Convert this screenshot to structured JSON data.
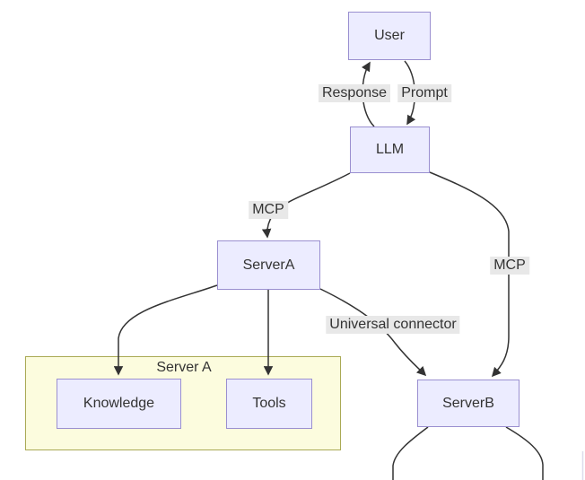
{
  "diagram_type": "flowchart",
  "colors": {
    "canvas_bg": "#ffffff",
    "node_fill": "#ECECFF",
    "node_border": "#9a8fd0",
    "cluster_fill": "#fcfcde",
    "cluster_border": "#aaaa55",
    "label_bg": "#e8e8e8",
    "edge_color": "#333333",
    "text_color": "#333333"
  },
  "nodes": {
    "user": "User",
    "llm": "LLM",
    "serverA": "ServerA",
    "serverB": "ServerB",
    "knowledge": "Knowledge",
    "tools": "Tools"
  },
  "cluster": {
    "label": "Server A"
  },
  "edge_labels": {
    "response": "Response",
    "prompt": "Prompt",
    "mcp_left": "MCP",
    "mcp_right": "MCP",
    "universal": "Universal connector"
  },
  "connections": [
    {
      "from": "LLM",
      "to": "User",
      "label": "Response"
    },
    {
      "from": "User",
      "to": "LLM",
      "label": "Prompt"
    },
    {
      "from": "LLM",
      "to": "ServerA",
      "label": "MCP"
    },
    {
      "from": "LLM",
      "to": "ServerB",
      "label": "MCP"
    },
    {
      "from": "ServerA",
      "to": "ServerB",
      "label": "Universal connector"
    },
    {
      "from": "ServerA",
      "to": "Knowledge",
      "label": ""
    },
    {
      "from": "ServerA",
      "to": "Tools",
      "label": ""
    },
    {
      "from": "ServerB",
      "to": "offscreen-left",
      "label": ""
    },
    {
      "from": "ServerB",
      "to": "offscreen-right",
      "label": ""
    }
  ]
}
